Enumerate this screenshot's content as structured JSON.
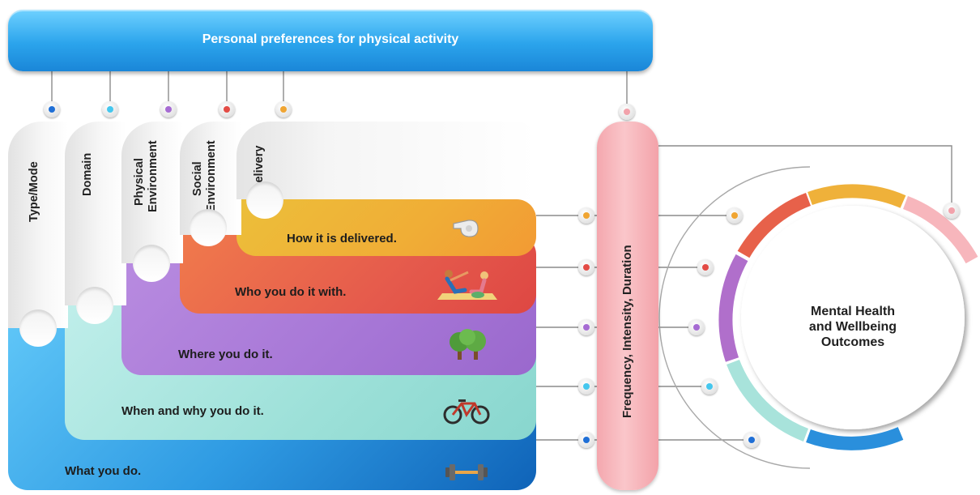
{
  "header": {
    "title": "Personal preferences for physical activity"
  },
  "tabs": [
    {
      "label_line1": "Type/Mode",
      "label_line2": ""
    },
    {
      "label_line1": "Domain",
      "label_line2": ""
    },
    {
      "label_line1": "Physical",
      "label_line2": "Environment"
    },
    {
      "label_line1": "Social",
      "label_line2": "Environment"
    },
    {
      "label_line1": "Delivery",
      "label_line2": ""
    }
  ],
  "layers": [
    {
      "text": "What you do.",
      "icon": "dumbbell-icon",
      "color": "#1e7fd0"
    },
    {
      "text": "When and why you do it.",
      "icon": "bicycle-icon",
      "color": "#9ee0d8"
    },
    {
      "text": "Where you do it.",
      "icon": "trees-icon",
      "color": "#a676d6"
    },
    {
      "text": "Who you do it with.",
      "icon": "exercising-people-icon",
      "color": "#e55a4c"
    },
    {
      "text": "How it is delivered.",
      "icon": "whistle-icon",
      "color": "#f0b13a"
    }
  ],
  "pillar": {
    "text": "Frequency, Intensity, Duration",
    "color": "#f7b8bd"
  },
  "outcome": {
    "text_line1": "Mental Health",
    "text_line2": "and Wellbeing",
    "text_line3": "Outcomes"
  },
  "dot_colors": {
    "type": "#1f6fd6",
    "domain": "#45c7ee",
    "physical": "#a66bd3",
    "social": "#e34b45",
    "delivery": "#f0a532",
    "pillar": "#f2a2ab"
  }
}
